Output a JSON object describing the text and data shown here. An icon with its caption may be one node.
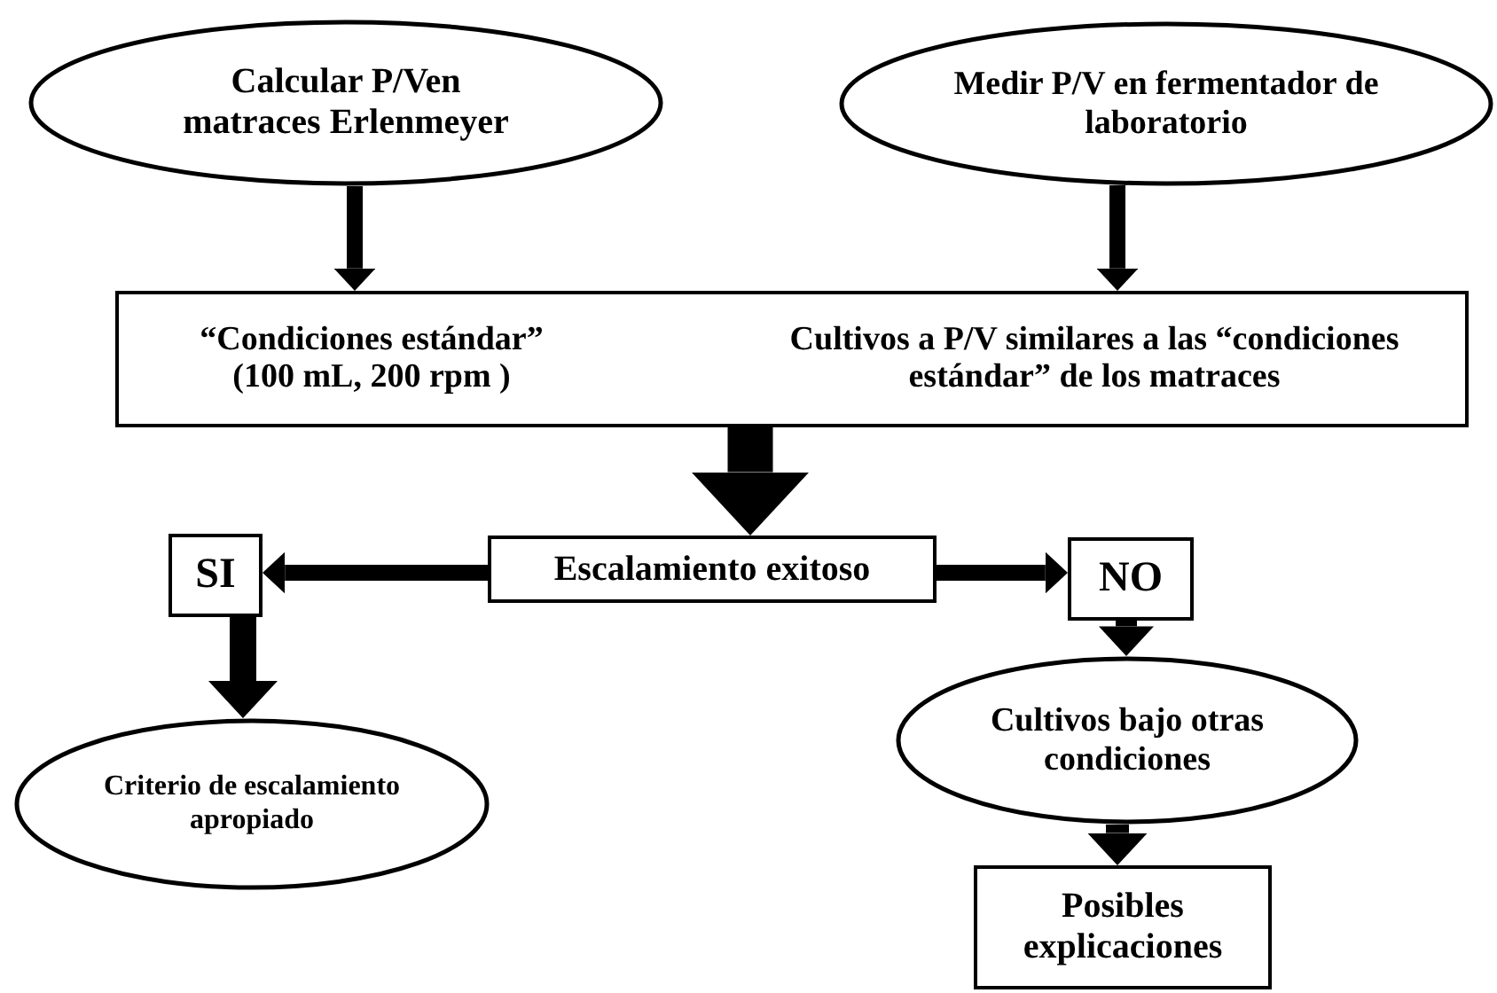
{
  "diagram": {
    "nodes": [
      {
        "text": [
          "Calcular P/Ven matraces Erlenmeyer"
        ]
      },
      {
        "text": [
          "Medir P/V en fermentador de laboratorio"
        ]
      },
      {
        "text": [
          "“Condiciones estándar” (100 mL, 200 rpm )",
          "Cultivos a P/V similares a las “condiciones estándar” de los matraces"
        ]
      },
      {
        "text": [
          "SI"
        ]
      },
      {
        "text": [
          "Escalamiento exitoso"
        ]
      },
      {
        "text": [
          "NO"
        ]
      },
      {
        "text": [
          "Cultivos bajo otras condiciones"
        ]
      },
      {
        "text": [
          "Criterio de escalamiento apropiado"
        ]
      },
      {
        "text": [
          "Posibles explicaciones"
        ]
      }
    ],
    "edges": [
      {
        "from": 0,
        "to": 2,
        "arrow": "to"
      },
      {
        "from": 1,
        "to": 2,
        "arrow": "to"
      },
      {
        "from": 2,
        "to": 4,
        "arrow": "to",
        "style": "thick"
      },
      {
        "from": 4,
        "to": 3,
        "arrow": "to"
      },
      {
        "from": 4,
        "to": 5,
        "arrow": "to"
      },
      {
        "from": 3,
        "to": 7,
        "arrow": "to"
      },
      {
        "from": 5,
        "to": 6,
        "arrow": "to"
      },
      {
        "from": 6,
        "to": 8,
        "arrow": "to"
      }
    ]
  }
}
